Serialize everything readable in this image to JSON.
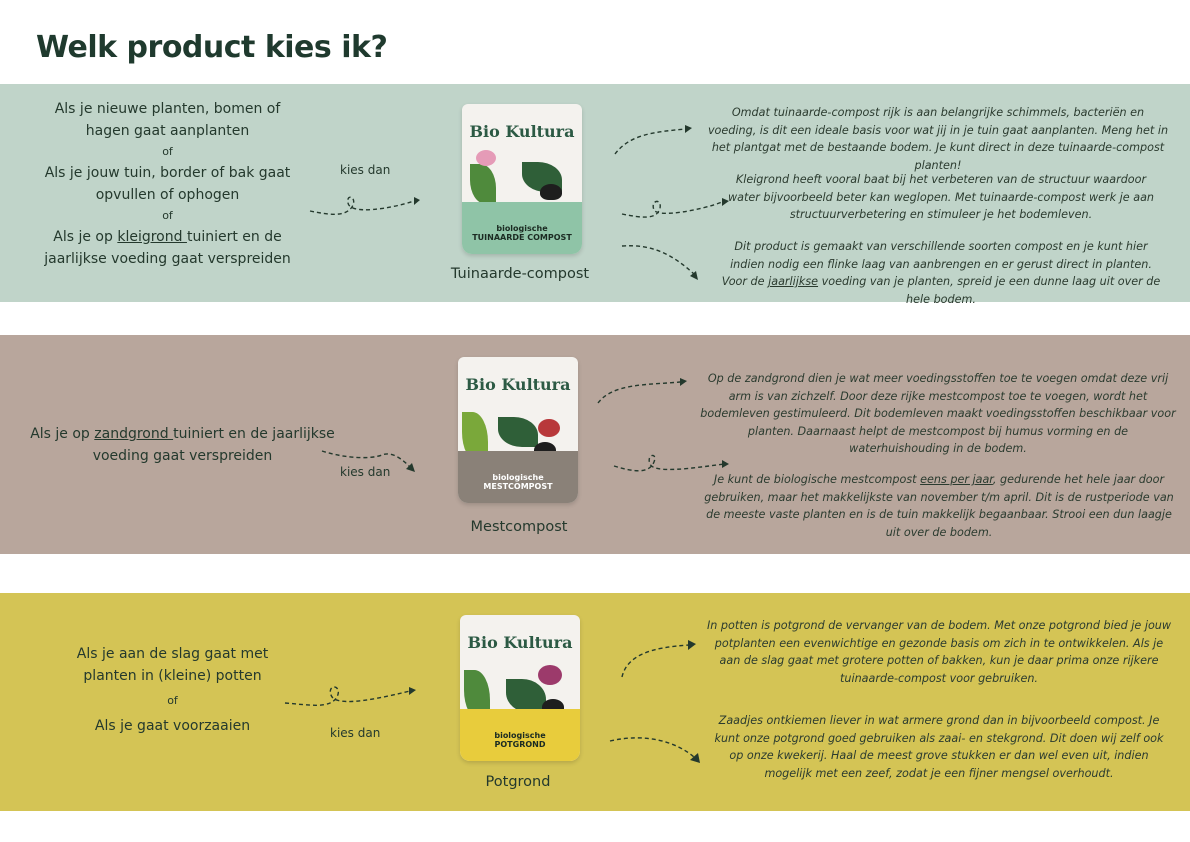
{
  "title": "Welk product kies ik?",
  "kies_dan": "kies dan",
  "of": "of",
  "brand": "Bio Kultura",
  "sections": [
    {
      "color": "#c0d4c9",
      "conditions": [
        "Als je nieuwe planten, bomen of hagen gaat aanplanten",
        "Als je jouw tuin, border of bak gaat opvullen of ophogen"
      ],
      "condition_last_pre": "Als  je op ",
      "condition_last_link": "kleigrond ",
      "condition_last_post": "tuiniert en de jaarlijkse voeding gaat verspreiden",
      "product": "Tuinaarde-compost",
      "bag_label_1": "biologische",
      "bag_label_2": "TUINAARDE COMPOST",
      "descriptions": [
        "Omdat tuinaarde-compost rijk is aan belangrijke schimmels, bacteriën en voeding, is dit een ideale basis voor wat jij in je tuin gaat aanplanten. Meng het in het plantgat met de bestaande bodem.  Je kunt direct in deze tuinaarde-compost planten!",
        "Kleigrond heeft vooral baat bij het verbeteren van de structuur waardoor water bijvoorbeeld beter kan weglopen. Met tuinaarde-compost werk je aan structuurverbetering en stimuleer je het bodemleven."
      ],
      "desc3_pre": "Dit product is gemaakt van verschillende soorten compost en je kunt hier indien nodig een flinke laag van aanbrengen en er gerust direct in planten. Voor de ",
      "desc3_link": "jaarlijkse",
      "desc3_post": " voeding van je planten, spreid je een dunne laag uit over de hele bodem."
    },
    {
      "color": "#b8a69c",
      "condition_pre": "Als  je op ",
      "condition_link": "zandgrond ",
      "condition_post": "tuiniert en de jaarlijkse voeding gaat verspreiden",
      "product": "Mestcompost",
      "bag_label_1": "biologische",
      "bag_label_2": "MESTCOMPOST",
      "descriptions": [
        "Op de zandgrond dien je wat meer voedingsstoffen toe te voegen omdat deze vrij arm is van zichzelf.  Door deze rijke mestcompost toe te voegen, wordt het bodemleven gestimuleerd. Dit bodemleven maakt voedingsstoffen beschikbaar voor planten. Daarnaast helpt de mestcompost bij humus vorming en de waterhuishouding in de bodem."
      ],
      "desc2_pre": "Je kunt de biologische mestcompost ",
      "desc2_link": "eens per jaar",
      "desc2_post": ", gedurende het hele jaar door gebruiken, maar het makkelijkste van november t/m april. Dit is de rustperiode van de meeste vaste planten en is de tuin makkelijk begaanbaar. Strooi een dun laagje uit over de bodem."
    },
    {
      "color": "#d4c455",
      "conditions": [
        "Als je aan de slag gaat met planten in (kleine) potten",
        "Als je gaat voorzaaien"
      ],
      "product": "Potgrond",
      "bag_label_1": "biologische",
      "bag_label_2": "POTGROND",
      "descriptions": [
        "In potten is potgrond de vervanger van de bodem. Met onze potgrond bied je jouw potplanten een evenwichtige en gezonde basis om zich in te ontwikkelen.  Als je aan de slag gaat met grotere potten of bakken, kun je daar prima onze rijkere tuinaarde-compost voor gebruiken.",
        "Zaadjes ontkiemen liever in wat armere grond dan in bijvoorbeeld compost. Je kunt onze potgrond  goed gebruiken als zaai- en stekgrond. Dit doen wij zelf ook op onze kwekerij. Haal de meest grove stukken er dan wel even uit, indien mogelijk met een zeef, zodat je een fijner mengsel overhoudt."
      ]
    }
  ]
}
